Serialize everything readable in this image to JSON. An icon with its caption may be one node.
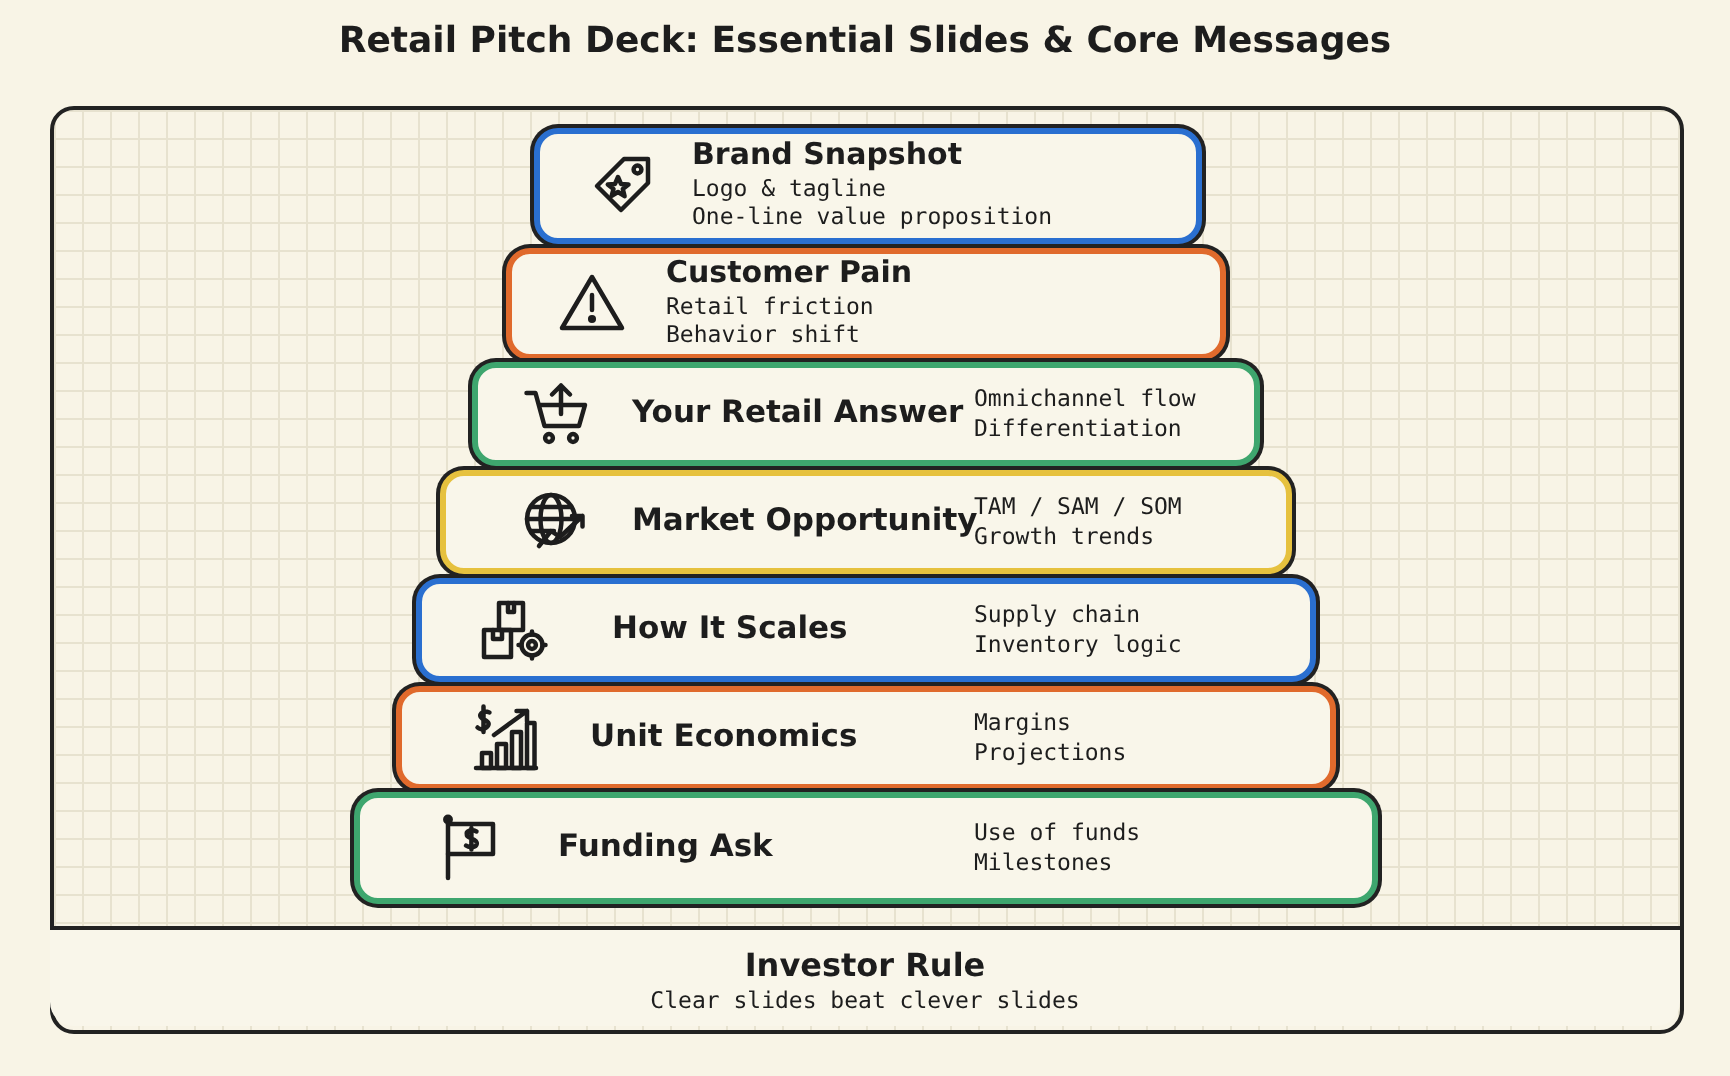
{
  "diagram": {
    "title": "Retail Pitch Deck: Essential Slides & Core Messages",
    "nodes": [
      {
        "text": [
          "Brand Snapshot",
          "Logo & tagline",
          "One-line value proposition"
        ]
      },
      {
        "text": [
          "Customer Pain",
          "Retail friction",
          "Behavior shift"
        ]
      },
      {
        "text": [
          "Your Retail Answer",
          "Omnichannel flow",
          "Differentiation"
        ]
      },
      {
        "text": [
          "Market Opportunity",
          "TAM / SAM / SOM",
          "Growth trends"
        ]
      },
      {
        "text": [
          "How It Scales",
          "Supply chain",
          "Inventory logic"
        ]
      },
      {
        "text": [
          "Unit Economics",
          "Margins",
          "Projections"
        ]
      },
      {
        "text": [
          "Funding Ask",
          "Use of funds",
          "Milestones"
        ]
      },
      {
        "text": [
          "Investor Rule",
          "Clear slides beat clever slides"
        ]
      }
    ]
  }
}
